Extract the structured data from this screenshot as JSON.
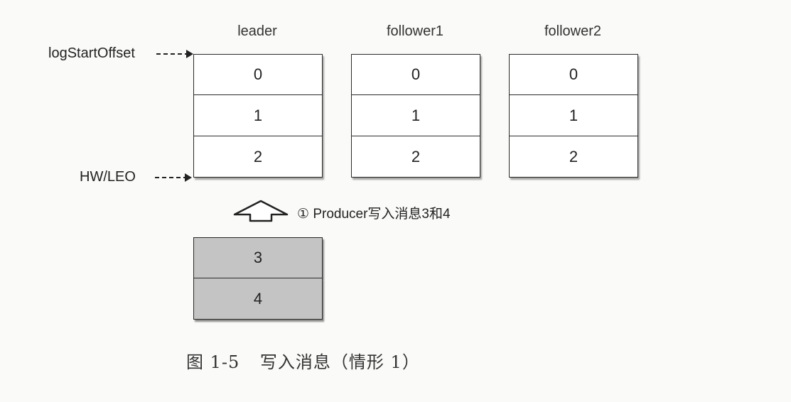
{
  "columns": [
    {
      "label": "leader",
      "cells": [
        "0",
        "1",
        "2"
      ]
    },
    {
      "label": "follower1",
      "cells": [
        "0",
        "1",
        "2"
      ]
    },
    {
      "label": "follower2",
      "cells": [
        "0",
        "1",
        "2"
      ]
    }
  ],
  "pointers": {
    "log_start_offset": "logStartOffset",
    "hw_leo": "HW/LEO"
  },
  "step": {
    "marker": "①",
    "text": "Producer写入消息3和4"
  },
  "pending_messages": [
    "3",
    "4"
  ],
  "caption": {
    "number": "图 1-5",
    "title": "写入消息（情形 1）"
  },
  "colors": {
    "cell_fill": "#ffffff",
    "pending_fill": "#c4c4c4",
    "border": "#2a2a2a"
  }
}
